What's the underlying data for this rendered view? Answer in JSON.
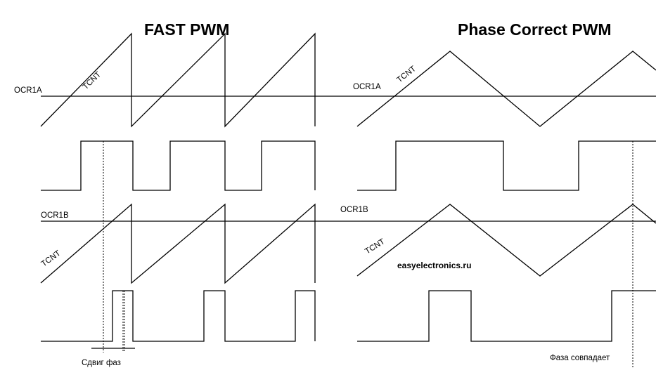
{
  "titles": {
    "fast": "FAST PWM",
    "phase": "Phase Correct PWM"
  },
  "labels": {
    "ocr1a_left": "OCR1A",
    "ocr1a_right": "OCR1A",
    "ocr1b_left": "OCR1B",
    "ocr1b_right": "OCR1B",
    "tcnt_top_left": "TCNT",
    "tcnt_top_right": "TCNT",
    "tcnt_bottom_left": "TCNT",
    "tcnt_bottom_right": "TCNT",
    "watermark": "easyelectronics.ru",
    "phase_shift": "Сдвиг фаз",
    "phase_match": "Фаза совпадает"
  }
}
